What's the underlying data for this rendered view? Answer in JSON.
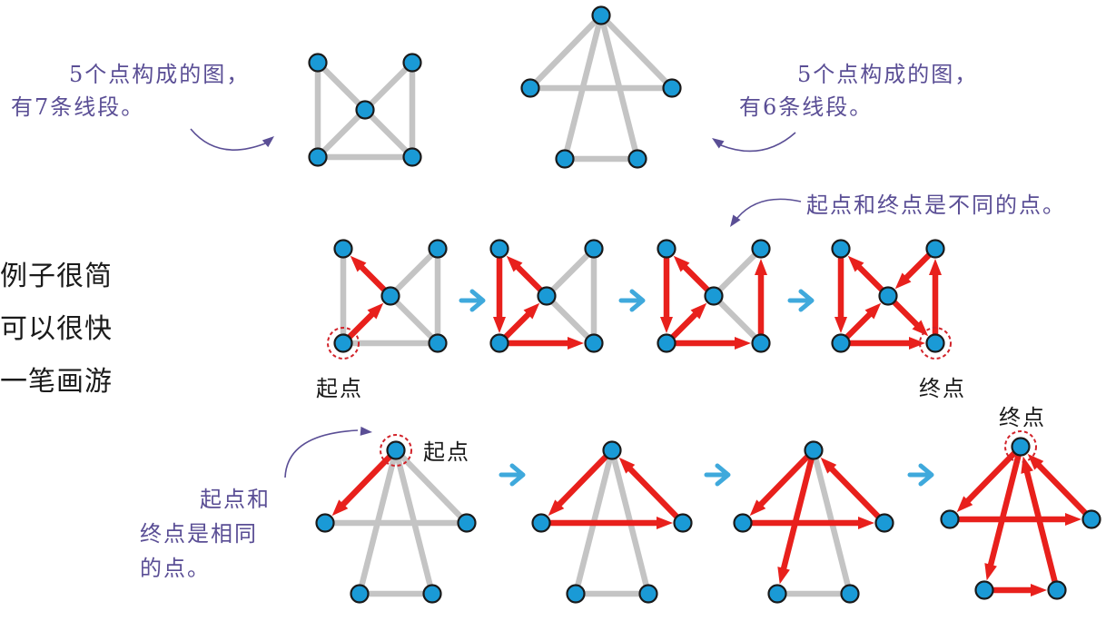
{
  "colors": {
    "node_fill": "#1a9ad6",
    "node_stroke": "#1a1a1a",
    "edge_gray": "#c4c4c4",
    "edge_red": "#e8201c",
    "step_arrow": "#3fa9dc",
    "note_text": "#5a4e95",
    "circle_dash": "#d2232a"
  },
  "notes": {
    "top_left_1": "5个点构成的图，",
    "top_left_2": "有7条线段。",
    "top_right_1": "5个点构成的图，",
    "top_right_2": "有6条线段。",
    "mid_right": "起点和终点是不同的点。",
    "bottom_left_1": "起点和",
    "bottom_left_2": "终点是相同",
    "bottom_left_3": "的点。"
  },
  "labels": {
    "row1_start": "起点",
    "row1_end": "终点",
    "row2_start": "起点",
    "row2_end": "终点"
  },
  "side_text": {
    "line1": "例子很简",
    "line2": "可以很快",
    "line3": "一笔画游"
  },
  "graphs": {
    "bowtie_nodes": [
      "TL",
      "TR",
      "C",
      "BL",
      "BR"
    ],
    "bowtie_edges": [
      [
        "TL",
        "BL"
      ],
      [
        "TR",
        "BR"
      ],
      [
        "BL",
        "BR"
      ],
      [
        "TL",
        "C"
      ],
      [
        "C",
        "BR"
      ],
      [
        "BL",
        "C"
      ],
      [
        "C",
        "TR"
      ]
    ],
    "house_nodes": [
      "A",
      "L",
      "R",
      "BL",
      "BR"
    ],
    "house_edges": [
      [
        "A",
        "L"
      ],
      [
        "A",
        "R"
      ],
      [
        "L",
        "R"
      ],
      [
        "A",
        "BL"
      ],
      [
        "A",
        "BR"
      ],
      [
        "BL",
        "BR"
      ]
    ]
  },
  "row1_steps": [
    [
      [
        "BL",
        "C"
      ],
      [
        "C",
        "TL"
      ]
    ],
    [
      [
        "BL",
        "C"
      ],
      [
        "C",
        "TL"
      ],
      [
        "TL",
        "BL"
      ],
      [
        "BL",
        "BR"
      ]
    ],
    [
      [
        "BL",
        "C"
      ],
      [
        "C",
        "TL"
      ],
      [
        "TL",
        "BL"
      ],
      [
        "BL",
        "BR"
      ],
      [
        "BR",
        "TR"
      ]
    ],
    [
      [
        "BL",
        "C"
      ],
      [
        "C",
        "TL"
      ],
      [
        "TL",
        "BL"
      ],
      [
        "BL",
        "BR"
      ],
      [
        "BR",
        "TR"
      ],
      [
        "TR",
        "C"
      ],
      [
        "C",
        "BR"
      ]
    ]
  ],
  "row2_steps": [
    [
      [
        "A",
        "L"
      ]
    ],
    [
      [
        "A",
        "L"
      ],
      [
        "L",
        "R"
      ],
      [
        "R",
        "A"
      ]
    ],
    [
      [
        "A",
        "L"
      ],
      [
        "L",
        "R"
      ],
      [
        "R",
        "A"
      ],
      [
        "A",
        "BL"
      ]
    ],
    [
      [
        "A",
        "L"
      ],
      [
        "L",
        "R"
      ],
      [
        "R",
        "A"
      ],
      [
        "A",
        "BL"
      ],
      [
        "BL",
        "BR"
      ],
      [
        "BR",
        "A"
      ]
    ]
  ]
}
